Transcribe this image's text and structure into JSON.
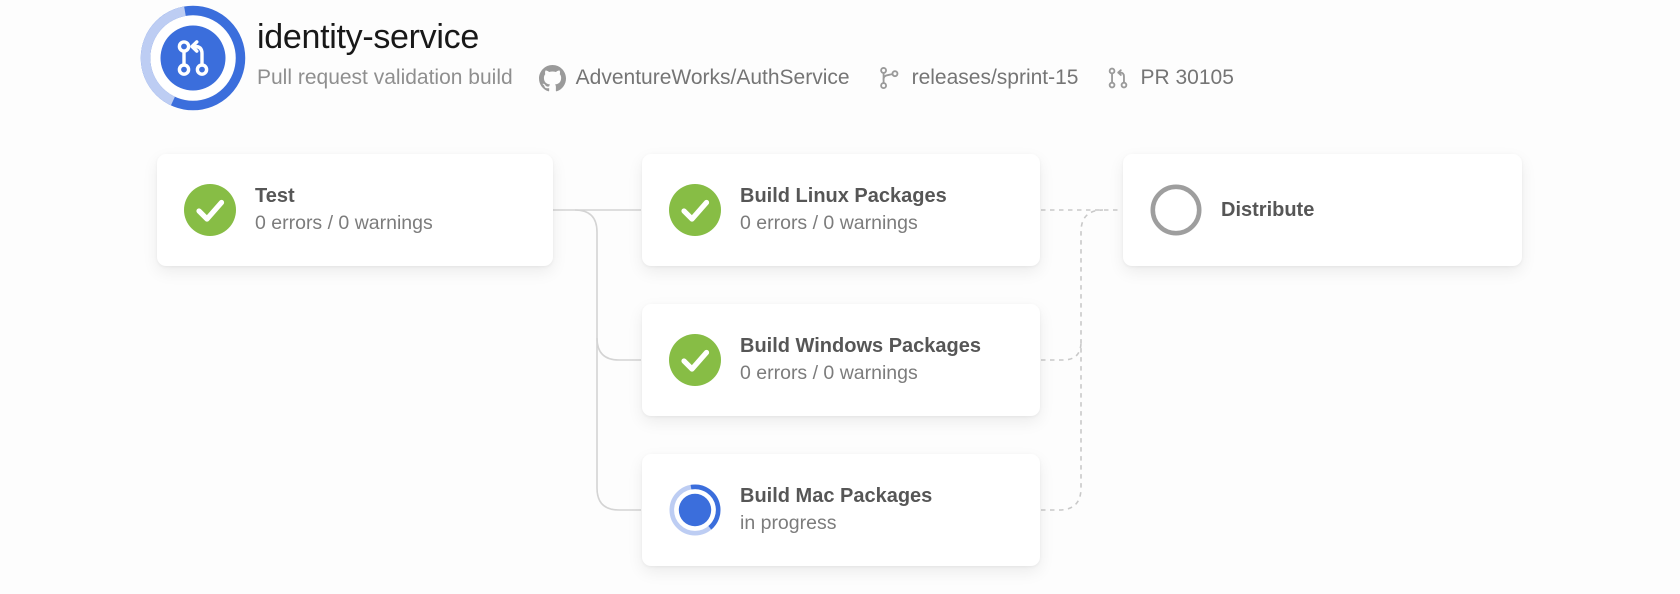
{
  "header": {
    "title": "identity-service",
    "subtitle": "Pull request validation build",
    "repo": "AdventureWorks/AuthService",
    "branch": "releases/sprint-15",
    "pull_request": "PR 30105",
    "avatar_icon": "pull-request-icon",
    "repo_icon": "github-icon",
    "branch_icon": "git-branch-icon",
    "pull_request_icon": "pull-request-icon"
  },
  "colors": {
    "accent_blue": "#3b6edc",
    "accent_blue_light": "#bdcdf3",
    "success_green": "#87bd45",
    "pending_gray": "#9e9e9e",
    "icon_gray": "#9a9a9a",
    "connector_gray": "#d4d4d4"
  },
  "pipeline": {
    "stages": [
      {
        "id": "test",
        "title": "Test",
        "subtitle": "0 errors / 0 warnings",
        "status": "success",
        "icon": "check-circle"
      },
      {
        "id": "build-linux",
        "title": "Build Linux Packages",
        "subtitle": "0 errors / 0 warnings",
        "status": "success",
        "icon": "check-circle"
      },
      {
        "id": "build-windows",
        "title": "Build Windows Packages",
        "subtitle": "0 errors / 0 warnings",
        "status": "success",
        "icon": "check-circle"
      },
      {
        "id": "build-mac",
        "title": "Build Mac Packages",
        "subtitle": "in progress",
        "status": "running",
        "icon": "progress-circle"
      },
      {
        "id": "distribute",
        "title": "Distribute",
        "subtitle": "",
        "status": "pending",
        "icon": "empty-circle"
      }
    ]
  }
}
